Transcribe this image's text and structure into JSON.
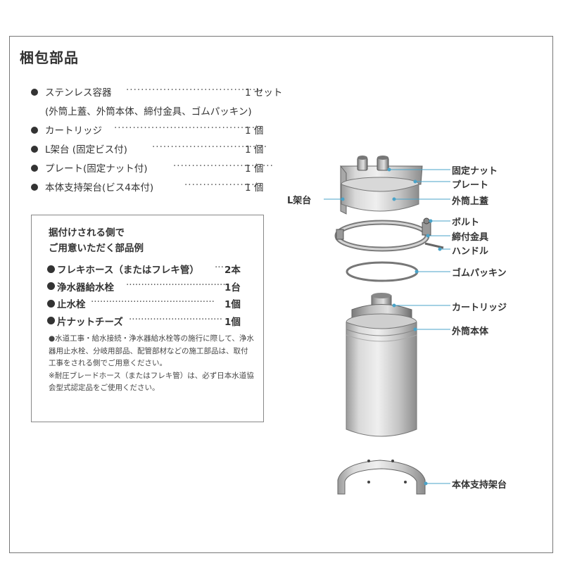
{
  "title": "梱包部品",
  "parts": [
    {
      "label": "ステンレス容器",
      "leader": "·····································",
      "qty": "1 セット",
      "sub": "(外筒上蓋、外筒本体、締付金具、ゴムパッキン)"
    },
    {
      "label": "カートリッジ",
      "leader": "········································",
      "qty": "1 個"
    },
    {
      "label": "L架台 (固定ビス付)",
      "leader": "·······························",
      "qty": "1 個"
    },
    {
      "label": "プレート(固定ナット付)",
      "leader": "···························",
      "qty": "1 個"
    },
    {
      "label": "本体支持架台(ビス4本付)",
      "leader": "·····················",
      "qty": "1 個"
    }
  ],
  "box": {
    "title_line1": "据付けされる側で",
    "title_line2": "ご用意いただく部品例",
    "items": [
      {
        "label": "フレキホース（またはフレキ管）",
        "leader": "···",
        "qty": "2本"
      },
      {
        "label": "浄水器給水栓",
        "leader": "·································",
        "qty": "1台"
      },
      {
        "label": "止水栓",
        "leader": "·········································",
        "qty": "1個"
      },
      {
        "label": "片ナットチーズ",
        "leader": "·······························",
        "qty": "1個"
      }
    ],
    "note1": "●水道工事・給水接続・浄水器給水栓等の施行に際して、浄水器用止水栓、分岐用部品、配管部材などの施工部品は、取付工事をされる側でご用意ください。",
    "note2": "※耐圧ブレードホース（またはフレキ管）は、必ず日本水道協会型式認定品をご使用ください。"
  },
  "diagram_labels": {
    "kotei_nut": "固定ナット",
    "plate": "プレート",
    "l_kadai": "L架台",
    "gaito_uwabuta": "外筒上蓋",
    "bolt": "ボルト",
    "shimetsuke_kanagu": "締付金具",
    "handle": "ハンドル",
    "gomu_packing": "ゴムパッキン",
    "cartridge": "カートリッジ",
    "gaito_hontai": "外筒本体",
    "hontai_shiji_kadai": "本体支持架台"
  }
}
